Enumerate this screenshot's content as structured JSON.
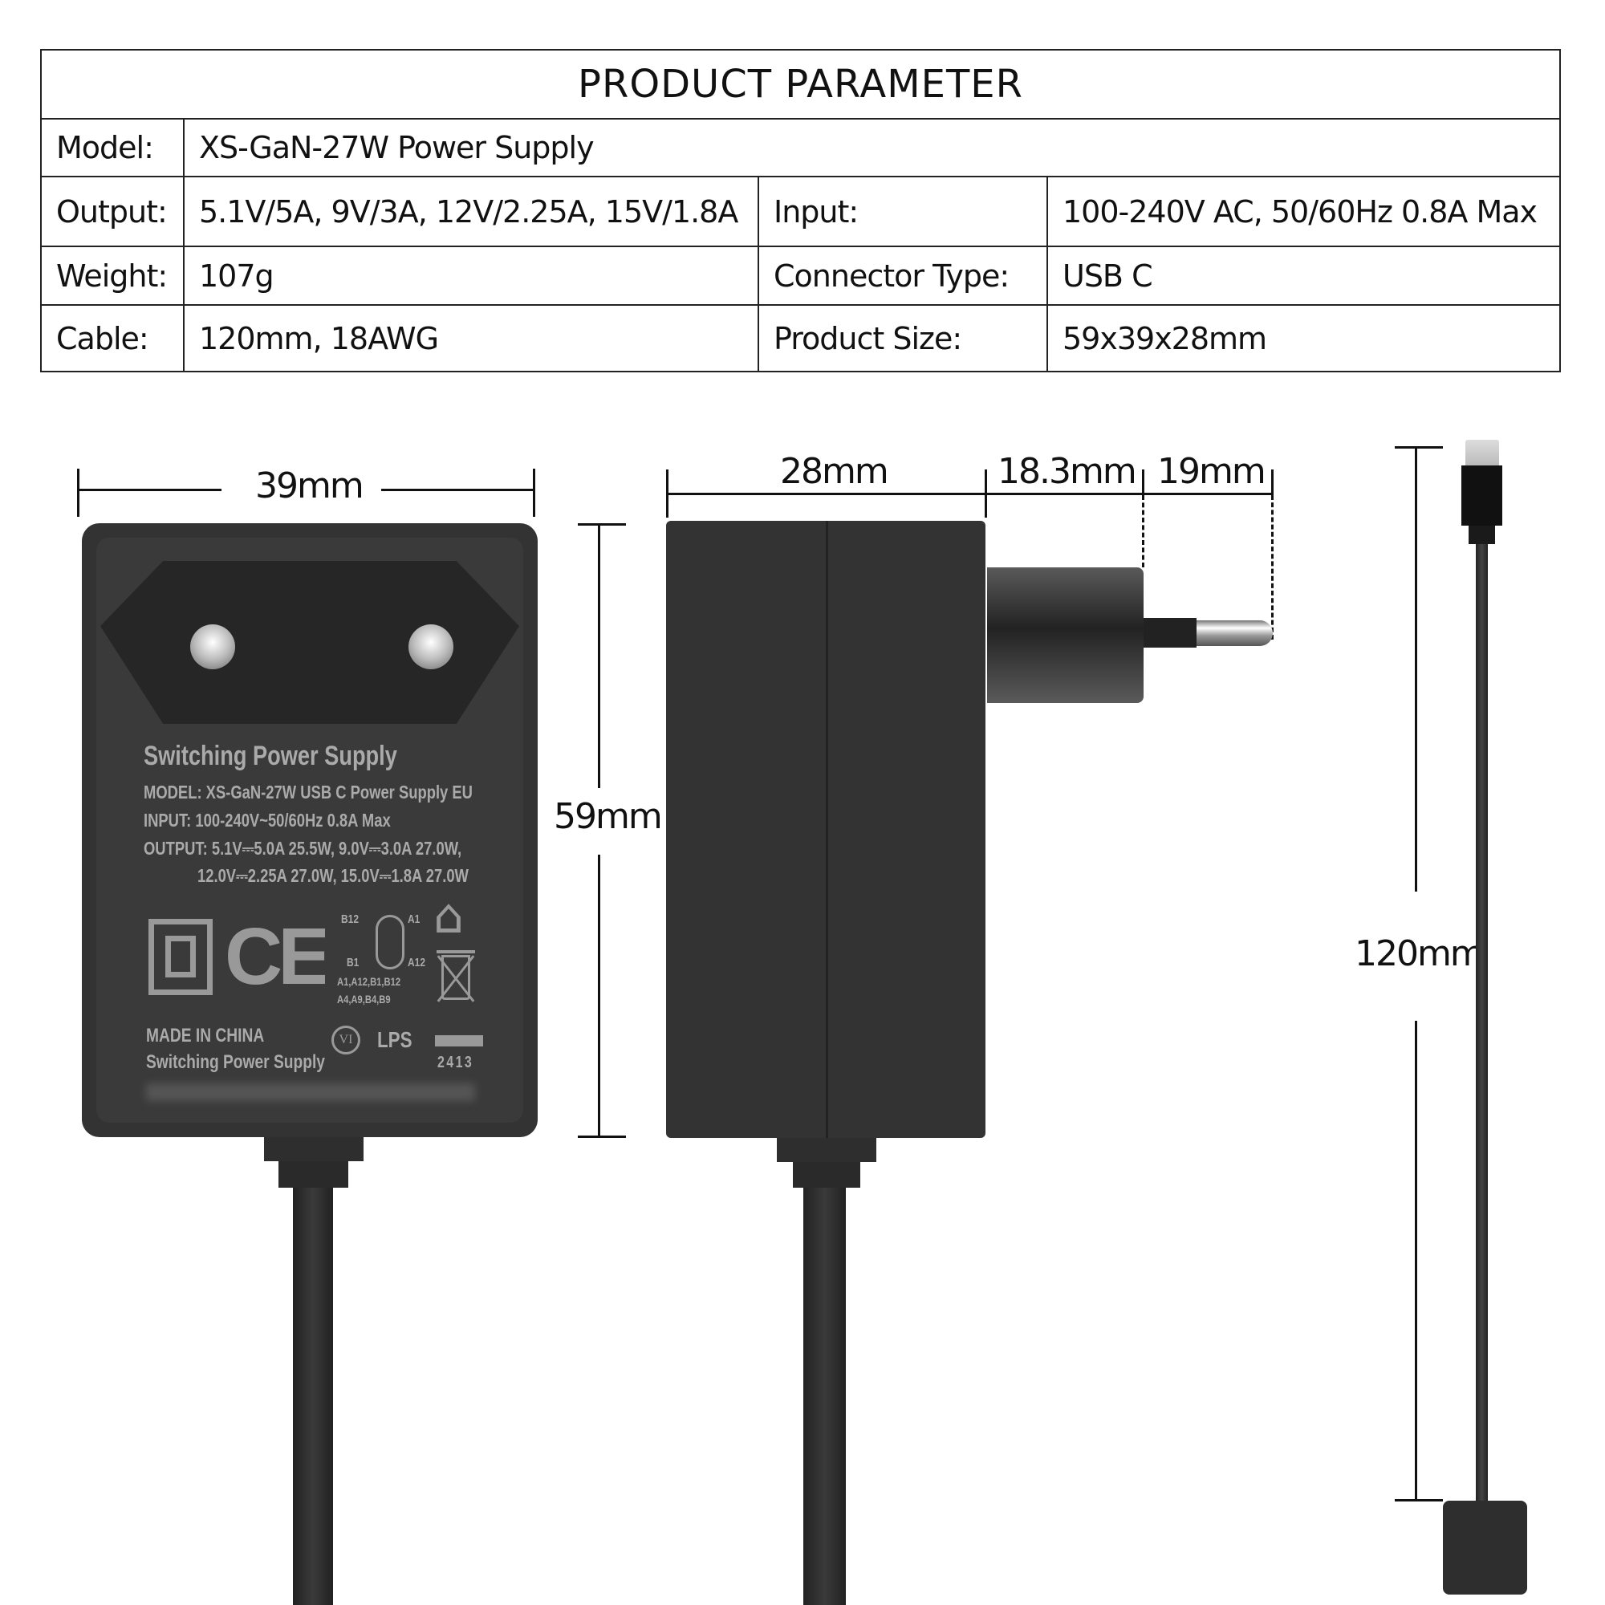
{
  "table": {
    "title": "PRODUCT PARAMETER",
    "model_label": "Model:",
    "model_value": "XS-GaN-27W Power Supply",
    "output_label": "Output:",
    "output_value": "5.1V/5A, 9V/3A, 12V/2.25A, 15V/1.8A",
    "input_label": "Input:",
    "input_value": "100-240V AC, 50/60Hz 0.8A Max",
    "weight_label": "Weight:",
    "weight_value": "107g",
    "connector_label": "Connector Type:",
    "connector_value": "USB C",
    "cable_label": "Cable:",
    "cable_value": "120mm, 18AWG",
    "size_label": "Product Size:",
    "size_value": "59x39x28mm"
  },
  "dimensions": {
    "width": "39mm",
    "height": "59mm",
    "depth": "28mm",
    "plug": "18.3mm",
    "pin": "19mm",
    "cable": "120mm"
  },
  "label": {
    "line1": "Switching Power Supply",
    "line2": "MODEL: XS-GaN-27W USB C Power Supply EU",
    "line3": "INPUT: 100-240V~50/60Hz 0.8A Max",
    "line4": "OUTPUT: 5.1V⎓5.0A 25.5W, 9.0V⎓3.0A 27.0W,",
    "line5": "12.0V⎓2.25A 27.0W, 15.0V⎓1.8A 27.0W",
    "made": "MADE IN CHINA",
    "line6": "Switching Power Supply",
    "pins_top_left": "B12",
    "pins_top_right": "A1",
    "pins_bot_left": "B1",
    "pins_bot_right": "A12",
    "pins_note1": "A1,A12,B1,B12",
    "pins_note2": "A4,A9,B4,B9",
    "vi": "VI",
    "lps": "LPS",
    "code": "2413"
  },
  "colors": {
    "body": "#333333",
    "plug": "#2a2a2a",
    "text": "#111111"
  }
}
